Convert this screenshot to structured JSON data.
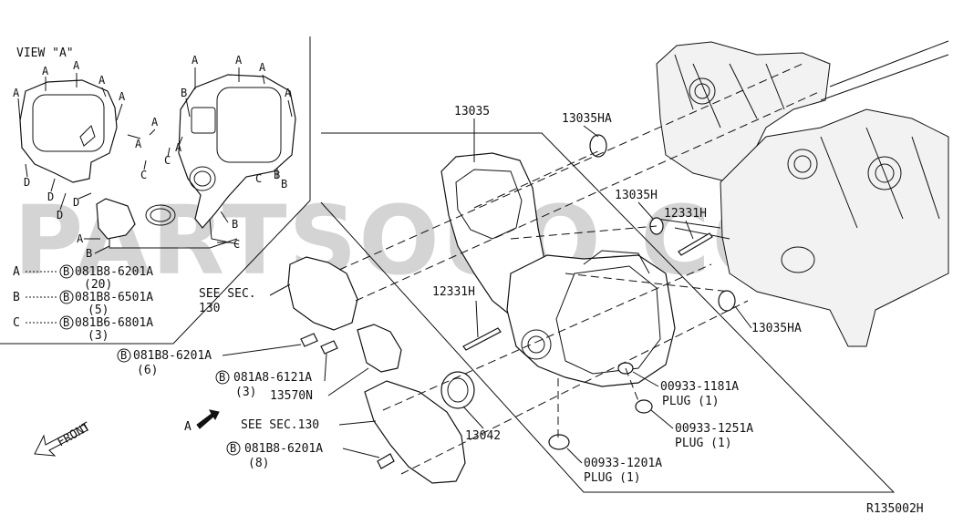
{
  "watermark": "PARTSOUQ.COM",
  "view_a": {
    "title": "VIEW \"A\"",
    "bolt_letters": {
      "a": "A",
      "b": "B",
      "c": "C",
      "d": "D"
    },
    "legend": [
      {
        "key": "A",
        "part": "081B8-6201A",
        "qty": "(20)"
      },
      {
        "key": "B",
        "part": "081B8-6501A",
        "qty": "(5)"
      },
      {
        "key": "C",
        "part": "081B6-6801A",
        "qty": "(3)"
      }
    ]
  },
  "labels": {
    "p13035": "13035",
    "p13035ha_top": "13035HA",
    "p13035h": "13035H",
    "p12331h_right": "12331H",
    "p12331h_left": "12331H",
    "p13035ha_bottom": "13035HA",
    "see_sec_130_left_1": "SEE SEC.",
    "see_sec_130_left_2": "130",
    "bolt1_part": "081B8-6201A",
    "bolt1_qty": "(6)",
    "bolt2_part": "081A8-6121A",
    "bolt2_qty": "(3)",
    "p13570n": "13570N",
    "see_sec_130_mid": "SEE SEC.130",
    "p13042": "13042",
    "bolt3_part": "081B8-6201A",
    "bolt3_qty": "(8)",
    "plug1_part": "00933-1181A",
    "plug1_name": "PLUG (1)",
    "plug2_part": "00933-1251A",
    "plug2_name": "PLUG (1)",
    "plug3_part": "00933-1201A",
    "plug3_name": "PLUG (1)",
    "front": "FRONT",
    "arrow_a": "A",
    "circled_b": "B",
    "diagram_code": "R135002H"
  }
}
